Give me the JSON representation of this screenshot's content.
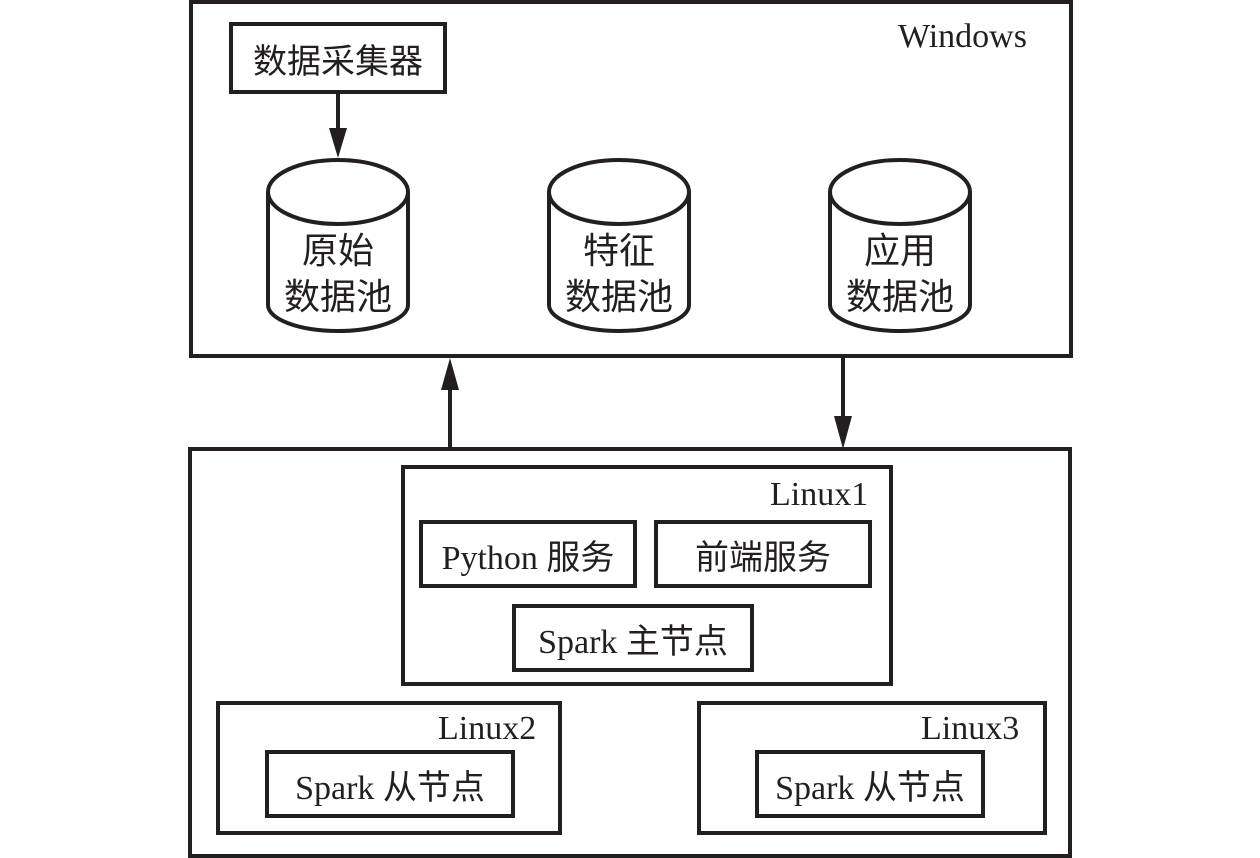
{
  "windows": {
    "title": "Windows",
    "collector": "数据采集器",
    "pools": [
      {
        "line1": "原始",
        "line2": "数据池"
      },
      {
        "line1": "特征",
        "line2": "数据池"
      },
      {
        "line1": "应用",
        "line2": "数据池"
      }
    ]
  },
  "cluster": {
    "linux1": {
      "title": "Linux1",
      "python_service": "Python 服务",
      "frontend_service": "前端服务",
      "spark_master": "Spark 主节点"
    },
    "linux2": {
      "title": "Linux2",
      "spark_worker": "Spark 从节点"
    },
    "linux3": {
      "title": "Linux3",
      "spark_worker": "Spark 从节点"
    }
  },
  "colors": {
    "stroke": "#231f20",
    "background": "#ffffff"
  }
}
